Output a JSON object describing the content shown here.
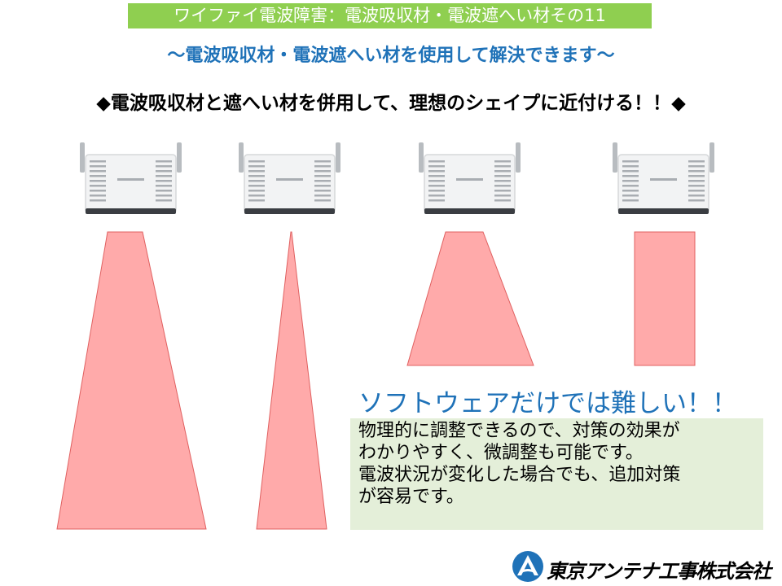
{
  "slide": {
    "title": "ワイファイ電波障害：電波吸収材・電波遮へい材その11",
    "subtitle": "～電波吸収材・電波遮へい材を使用して解決できます～",
    "headline": "◆電波吸収材と遮へい材を併用して、理想のシェイプに近付ける！！◆"
  },
  "callout": {
    "heading": "ソフトウェアだけでは難しい！！",
    "lines": [
      "物理的に調整できるので、対策の効果が",
      "わかりやすく、微調整も可能です。",
      "電波状況が変化した場合でも、追加対策",
      "が容易です。"
    ]
  },
  "company": {
    "name": "東京アンテナ工事株式会社"
  },
  "colors": {
    "banner_bg": "#8fcf50",
    "accent_blue": "#1f72b8",
    "beam_fill": "#ffaaaa",
    "beam_stroke": "#e06060",
    "callout_bg": "#e4efd9"
  },
  "icons": [
    "wifi-router-icon",
    "company-logo-icon"
  ]
}
